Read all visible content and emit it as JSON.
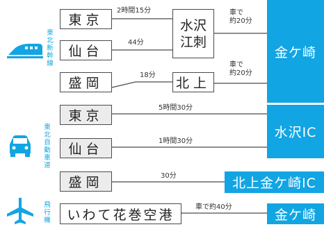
{
  "colors": {
    "accent": "#12a5e3",
    "line": "#4a4a4a",
    "box_grey": "#ececec"
  },
  "shinkansen": {
    "category_label": "東北新幹線",
    "icon": "bullet-train-icon",
    "origins": [
      "東京",
      "仙台",
      "盛岡"
    ],
    "mid_a": [
      "水沢",
      "江刺"
    ],
    "mid_b": "北上",
    "dest": "金ケ崎",
    "times": {
      "tokyo": "2時間15分",
      "sendai": "44分",
      "morioka": "18分",
      "car_top": "車で\n約20分",
      "car_bottom": "車で\n約20分"
    }
  },
  "expressway": {
    "category_label": "東北自動車道",
    "icon": "car-icon",
    "origins": [
      "東京",
      "仙台",
      "盛岡"
    ],
    "dest_a": "水沢IC",
    "dest_b": "北上金ケ崎IC",
    "times": {
      "tokyo": "5時間30分",
      "sendai": "1時間30分",
      "morioka": "30分"
    }
  },
  "airport": {
    "category_label": "飛行機",
    "icon": "airplane-icon",
    "origin": "いわて花巻空港",
    "time": "車で約40分",
    "dest": "金ケ崎"
  }
}
